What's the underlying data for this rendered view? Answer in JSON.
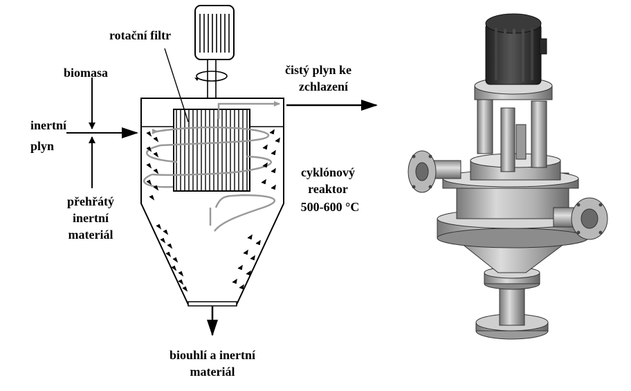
{
  "labels": {
    "rotary_filter": "rotační filtr",
    "biomass": "biomasa",
    "inert_gas_1": "inertní",
    "inert_gas_2": "plyn",
    "clean_gas_1": "čistý plyn ke",
    "clean_gas_2": "zchlazení",
    "cyclone_1": "cyklónový",
    "cyclone_2": "reaktor",
    "cyclone_3": "500-600 °C",
    "superheated_1": "přehřátý",
    "superheated_2": "inertní",
    "superheated_3": "materiál",
    "biochar_1": "biouhlí a inertní",
    "biochar_2": "materiál"
  },
  "colors": {
    "ink": "#000000",
    "flow_grey": "#999999",
    "metal_light": "#d0d0d0",
    "metal_mid": "#a8a8a8",
    "metal_dark": "#6a6a6a",
    "motor": "#2c2c2c"
  },
  "icons": [
    "motor-icon",
    "rotation-arrow-icon",
    "particle-icon"
  ]
}
